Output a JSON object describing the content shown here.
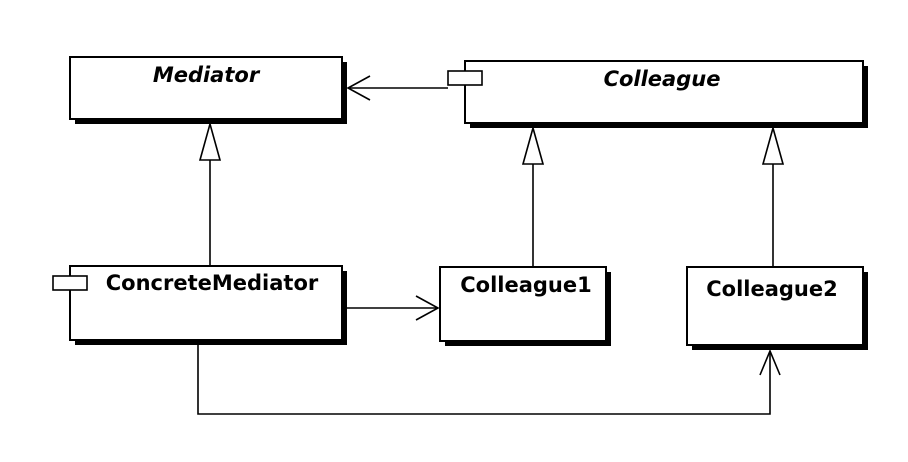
{
  "classes": {
    "mediator": {
      "name": "Mediator",
      "abstract": true
    },
    "colleague": {
      "name": "Colleague",
      "abstract": true
    },
    "concrete_mediator": {
      "name": "ConcreteMediator",
      "abstract": false
    },
    "colleague1": {
      "name": "Colleague1",
      "abstract": false
    },
    "colleague2": {
      "name": "Colleague2",
      "abstract": false
    }
  },
  "relationships": [
    {
      "type": "association",
      "from": "Colleague",
      "to": "Mediator"
    },
    {
      "type": "generalization",
      "from": "ConcreteMediator",
      "to": "Mediator"
    },
    {
      "type": "generalization",
      "from": "Colleague1",
      "to": "Colleague"
    },
    {
      "type": "generalization",
      "from": "Colleague2",
      "to": "Colleague"
    },
    {
      "type": "association",
      "from": "ConcreteMediator",
      "to": "Colleague1"
    },
    {
      "type": "association",
      "from": "ConcreteMediator",
      "to": "Colleague2"
    }
  ],
  "colors": {
    "line": "#000000",
    "fill": "#ffffff"
  }
}
